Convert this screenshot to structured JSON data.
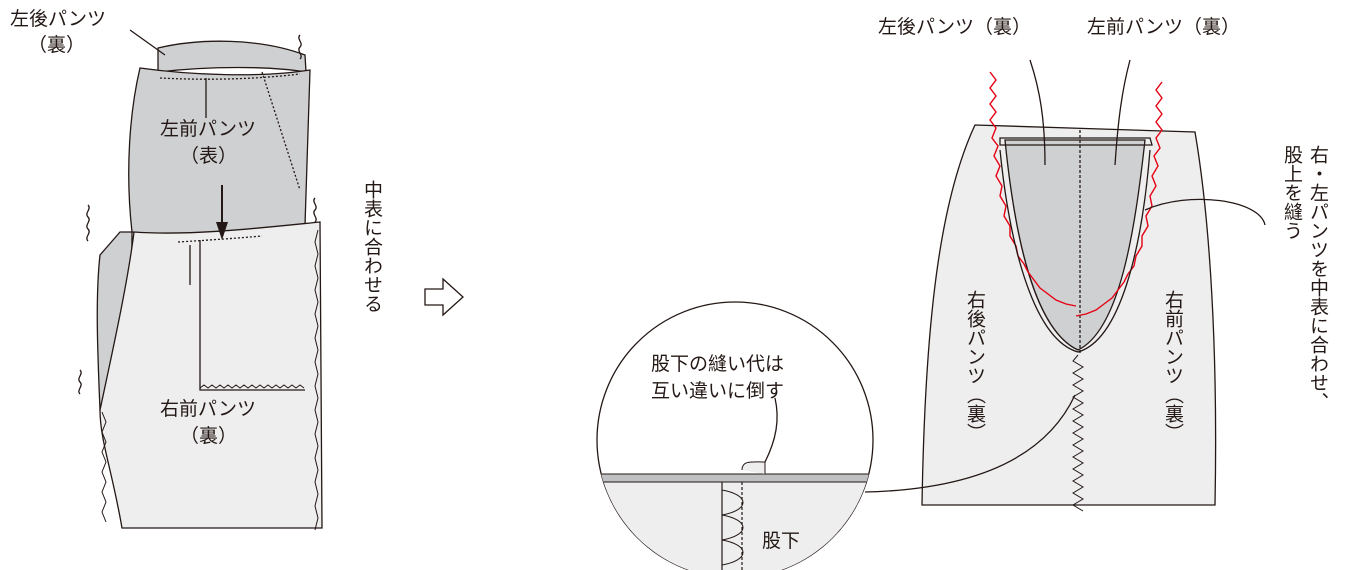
{
  "left_figure": {
    "left_back_label_line1": "左後パンツ",
    "left_back_label_line2": "（裏）",
    "left_front_label_line1": "左前パンツ",
    "left_front_label_line2": "（表）",
    "right_front_label_line1": "右前パンツ",
    "right_front_label_line2": "（裏）",
    "instruction_vertical": "中表に合わせる"
  },
  "arrow": {
    "icon": "hollow-right-arrow-icon"
  },
  "right_figure": {
    "top_label_left": "左後パンツ（裏）",
    "top_label_right": "左前パンツ（裏）",
    "right_back_vertical": "右後パンツ（裏）",
    "right_front_vertical": "右前パンツ（裏）",
    "side_note_col1": "右・左パンツを中表に合わせ、",
    "side_note_col2": "股上を縫う",
    "overlock_color": "#e60012"
  },
  "detail_circle": {
    "note_line1": "股下の縫い代は",
    "note_line2": "互い違いに倒す",
    "crotch_label": "股下"
  },
  "colors": {
    "gray_fabric": "#cfd0d2",
    "light_fabric": "#eeeeef",
    "line": "#231815"
  }
}
